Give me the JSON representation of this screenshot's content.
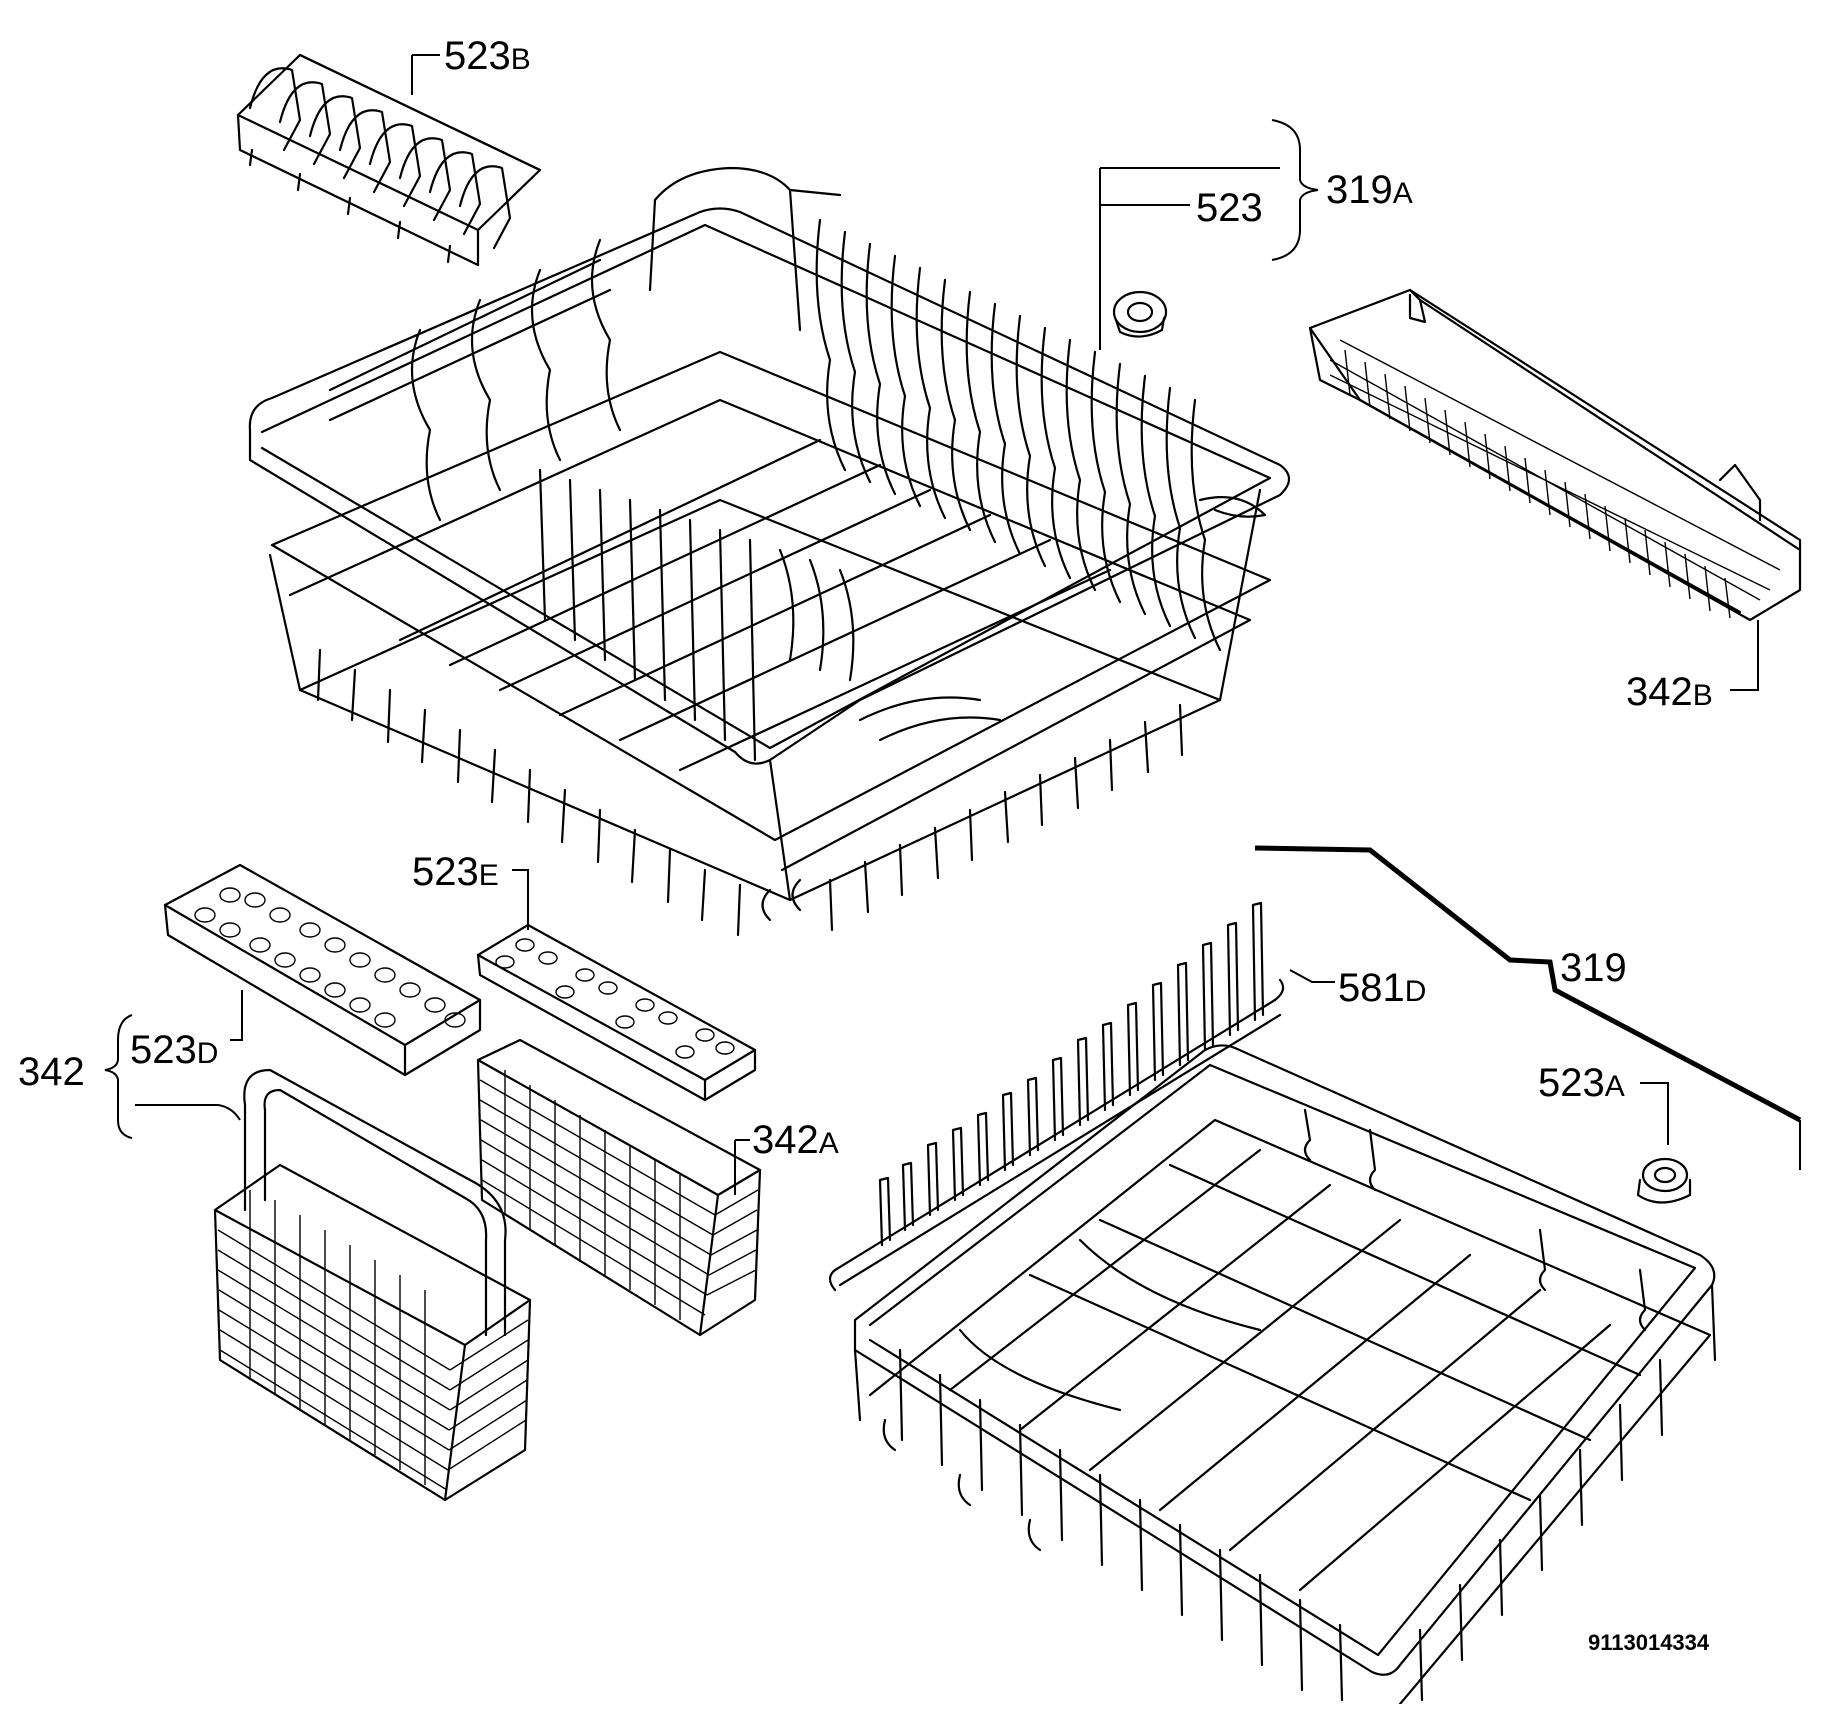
{
  "labels": {
    "l523b": {
      "num": "523",
      "suf": "B"
    },
    "l523": {
      "num": "523",
      "suf": ""
    },
    "l319a": {
      "num": "319",
      "suf": "A"
    },
    "l342b": {
      "num": "342",
      "suf": "B"
    },
    "l523e": {
      "num": "523",
      "suf": "E"
    },
    "l581d": {
      "num": "581",
      "suf": "D"
    },
    "l319": {
      "num": "319",
      "suf": ""
    },
    "l523d": {
      "num": "523",
      "suf": "D"
    },
    "l342": {
      "num": "342",
      "suf": ""
    },
    "l342a": {
      "num": "342",
      "suf": "A"
    },
    "l523a": {
      "num": "523",
      "suf": "A"
    }
  },
  "part_number": "9113014334"
}
